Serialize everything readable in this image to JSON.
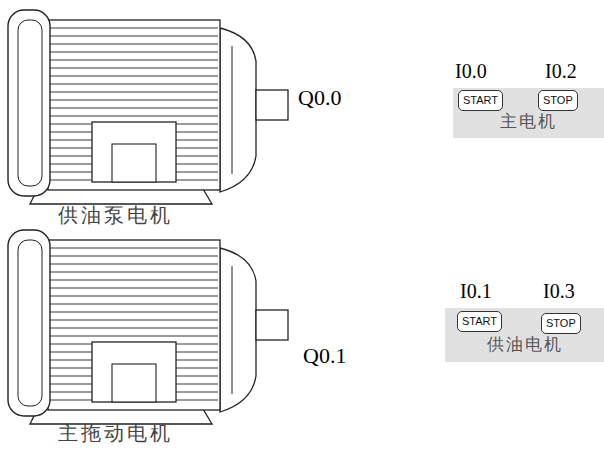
{
  "diagram": {
    "nodes": [
      {
        "text": [
          "主电机"
        ]
      },
      {
        "text": [
          "START"
        ],
        "in": 0
      },
      {
        "text": [
          "STOP"
        ],
        "in": 0
      },
      {
        "text": [
          "供油电机"
        ]
      },
      {
        "text": [
          "START"
        ],
        "in": 3
      },
      {
        "text": [
          "STOP"
        ],
        "in": 3
      }
    ],
    "labels": [
      "Q0.0",
      "I0.0",
      "I0.2",
      "供油泵电机",
      "I0.1",
      "I0.3",
      "Q0.1",
      "主拖动电机"
    ]
  }
}
